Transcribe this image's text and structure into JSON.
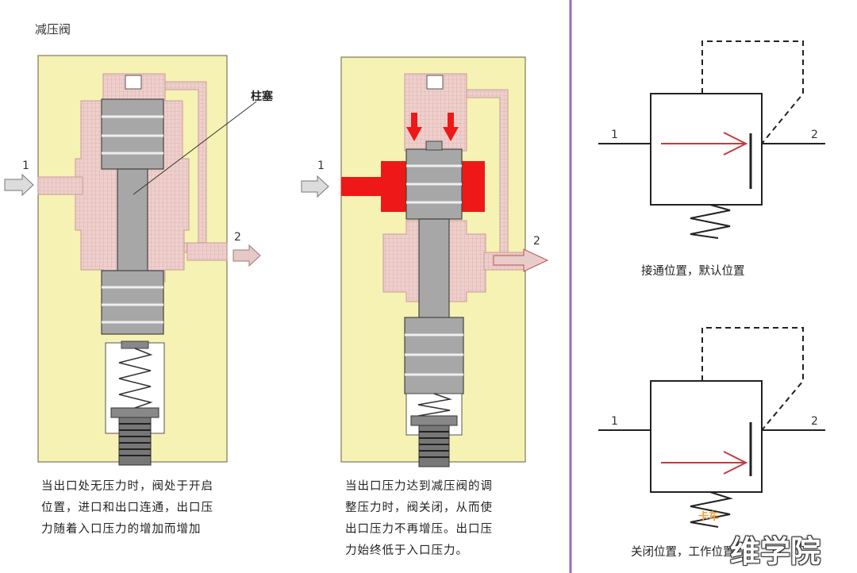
{
  "title": "减压阀",
  "left_panel": {
    "plunger_label": "柱塞",
    "port_in": "1",
    "port_out": "2",
    "caption_lines": [
      "当出口处无压力时，阀处于开启",
      "位置，进口和出口连通，出口压",
      "力随着入口压力的增加而增加"
    ]
  },
  "mid_panel": {
    "port_in": "1",
    "port_out": "2",
    "caption_lines": [
      "当出口压力达到减压阀的调",
      "整压力时，阀关闭，从而使",
      "出口压力不再增压。出口压",
      "力始终低于入口压力。"
    ]
  },
  "symbol_top": {
    "port_in": "1",
    "port_out": "2",
    "caption": "接通位置，默认位置"
  },
  "symbol_bottom": {
    "port_in": "1",
    "port_out": "2",
    "caption": "关闭位置，工作位置"
  },
  "watermark": {
    "small": "卡车",
    "large": "维学院"
  },
  "colors": {
    "panel_bg": "#f5f2b4",
    "fluid": "#eccbc8",
    "pressure": "#ee1818",
    "divider": "#9b6cb0",
    "arrow": "#c53b3f",
    "watermark": "#f0a044"
  }
}
